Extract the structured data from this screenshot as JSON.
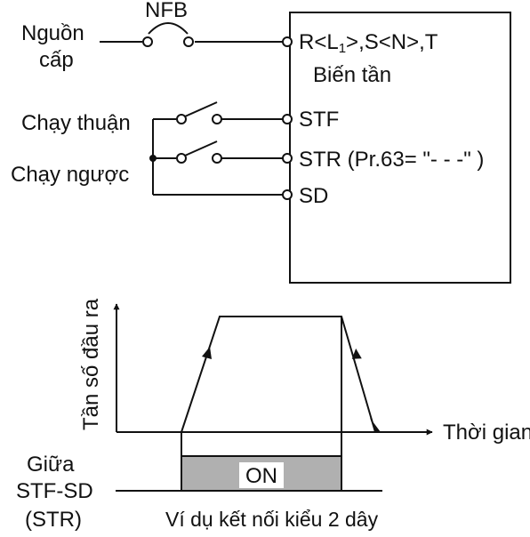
{
  "wiring": {
    "nfb_label": "NFB",
    "power_source_line1": "Nguồn",
    "power_source_line2": "cấp",
    "inverter_terminals_pre": "R<L",
    "inverter_terminals_sub": "1",
    "inverter_terminals_post": ">,S<N>,T",
    "inverter_label": "Biến tần",
    "forward_label": "Chạy thuận",
    "reverse_label": "Chạy ngược",
    "stf_terminal": "STF",
    "str_terminal": "STR (Pr.63= \"- - -\" )",
    "sd_terminal": "SD"
  },
  "timing": {
    "y_axis_label": "Tần số đầu ra",
    "x_axis_label": "Thời gian",
    "on_label": "ON",
    "signal_line1": "Giữa",
    "signal_line2": "STF-SD",
    "signal_line3": "(STR)",
    "caption": "Ví dụ kết nối kiểu 2 dây",
    "on_fill_color": "#b0b0b0"
  }
}
